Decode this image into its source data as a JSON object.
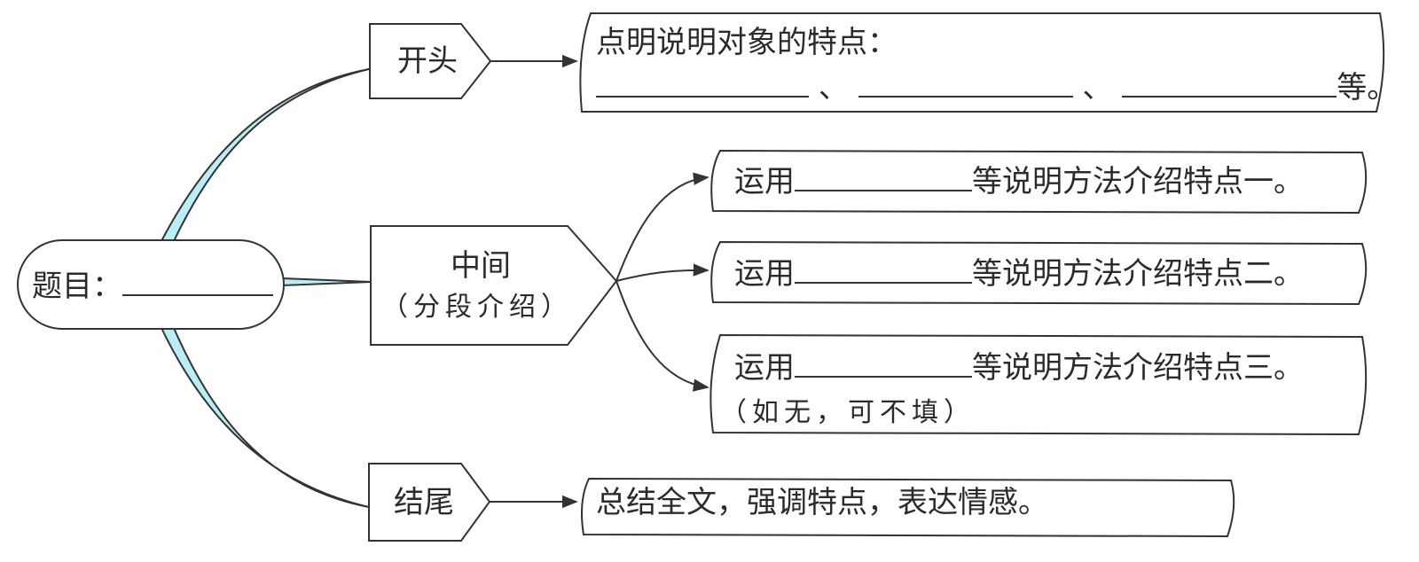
{
  "colors": {
    "stroke": "#333333",
    "branch_fill": "#b9eef6",
    "background": "#ffffff"
  },
  "root": {
    "label": "题目：",
    "blank": "____________"
  },
  "branches": [
    {
      "id": "opening",
      "label": "开头",
      "box": {
        "line1": "点明说明对象的特点：",
        "sep1": "、",
        "sep2": "、",
        "suffix": "等。"
      }
    },
    {
      "id": "middle",
      "label_line1": "中间",
      "label_line2": "（分段介绍）",
      "items": [
        {
          "prefix": "运用",
          "suffix": "等说明方法介绍特点一。"
        },
        {
          "prefix": "运用",
          "suffix": "等说明方法介绍特点二。"
        },
        {
          "prefix": "运用",
          "suffix": "等说明方法介绍特点三。",
          "note": "（如无，可不填）"
        }
      ]
    },
    {
      "id": "ending",
      "label": "结尾",
      "box": {
        "text": "总结全文，强调特点，表达情感。"
      }
    }
  ]
}
